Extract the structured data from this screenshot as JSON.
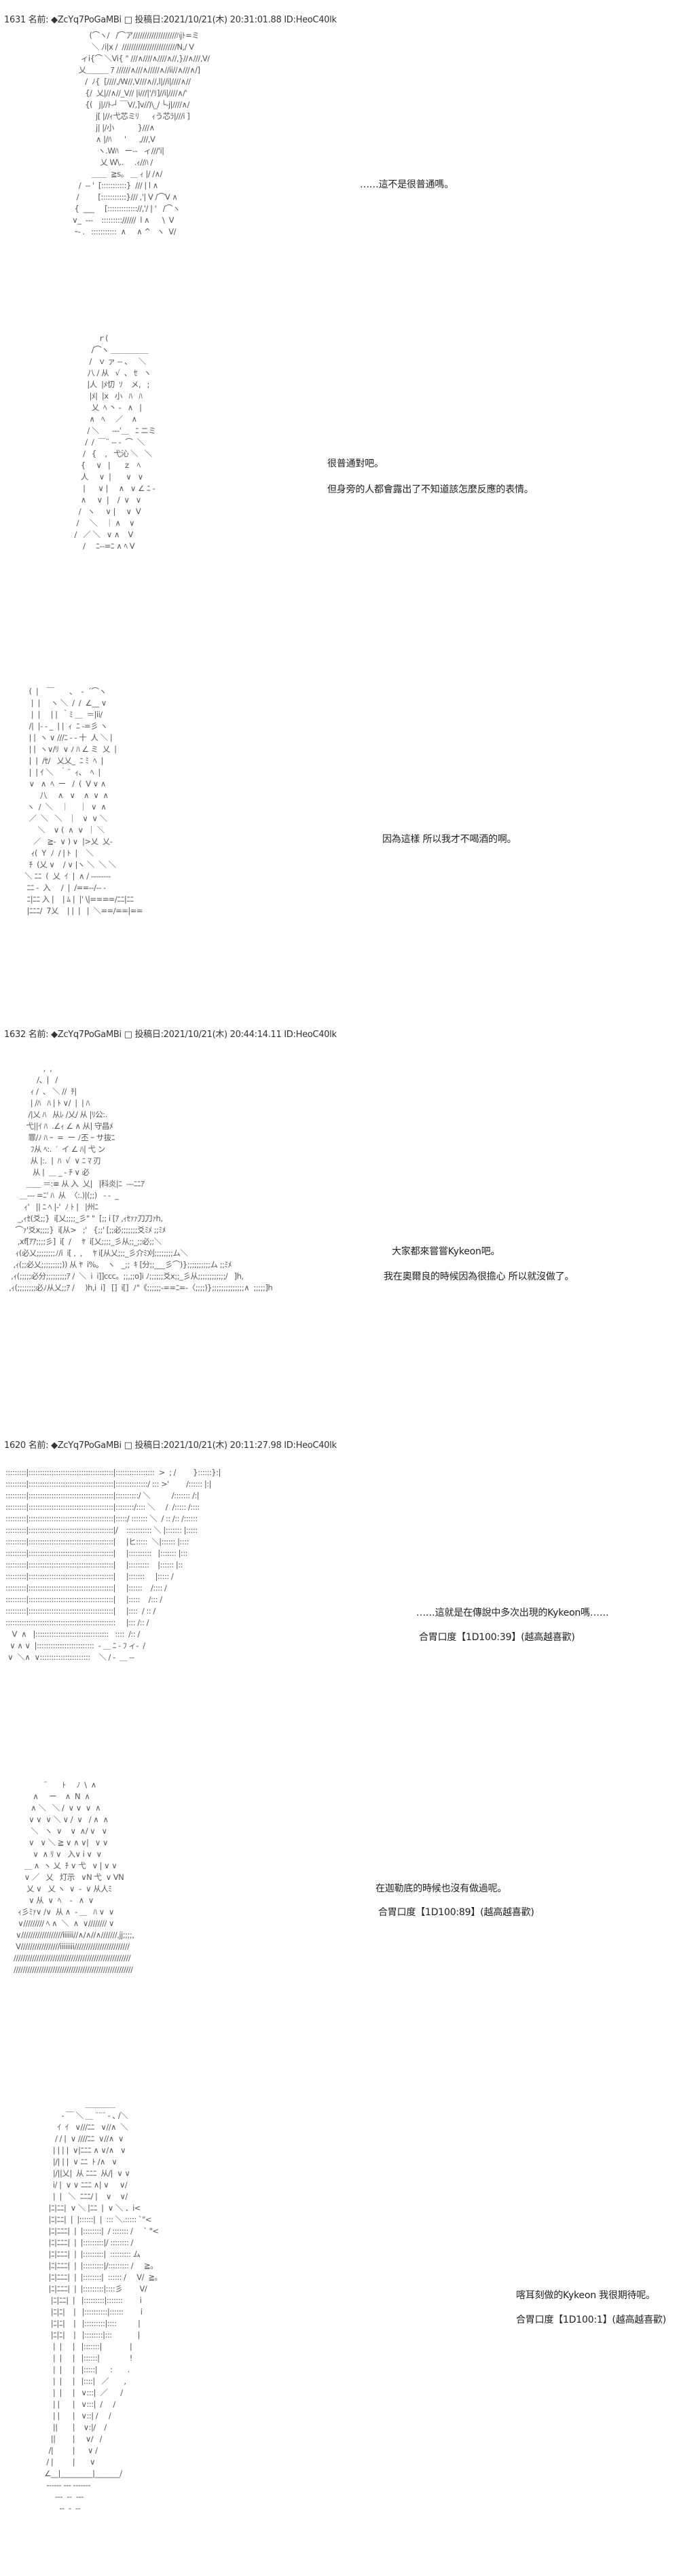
{
  "posts": [
    {
      "number": "1631",
      "name_label": "名前:",
      "trip": "◆ZcYq7PoGaMBi",
      "box": "□",
      "date_label": "投稿日:",
      "datetime": "2021/10/21(木) 20:31:01.88",
      "id": "ID:HeoC40lk"
    },
    {
      "number": "1632",
      "name_label": "名前:",
      "trip": "◆ZcYq7PoGaMBi",
      "box": "□",
      "date_label": "投稿日:",
      "datetime": "2021/10/21(木) 20:44:14.11",
      "id": "ID:HeoC40lk"
    },
    {
      "number": "1620",
      "name_label": "名前:",
      "trip": "◆ZcYq7PoGaMBi",
      "box": "□",
      "date_label": "投稿日:",
      "datetime": "2021/10/21(木) 20:11:27.98",
      "id": "ID:HeoC40lk"
    }
  ],
  "dialogue": {
    "d1": "……這不是很普通嗎。",
    "d2a": "很普通對吧。",
    "d2b": "但身旁的人都會露出了不知道該怎麼反應的表情。",
    "d3": "因為這樣 所以我才不喝酒的啊。",
    "d4a": "大家都來嘗嘗Kykeon吧。",
    "d4b": "我在奧爾良的時候因為很擔心 所以就沒做了。",
    "d5a": "……這就是在傳說中多次出現的Kykeon嗎……",
    "d5b": "合胃口度【1D100:39】(越高越喜歡)",
    "d6a": "在迦勒底的時候也沒有做過呢。",
    "d6b": "合胃口度【1D100:89】(越高越喜歡)",
    "d7a": "喀耳刻做的Kykeon 我很期待呢。",
    "d7b": "合胃口度【1D100:1】(越高越喜歡)"
  },
  "art": {
    "a1": [
      "          (⌒ヽ/   /⌒ア///////////////////ﾊjﾄ=ミ",
      "           ＼ ﾉi|x /  ////////////////////////N,/ V",
      "      ィi{⌒ ＼Vi{ \" ///∧////∧////∧//,}//∧///,V/",
      "     乂＿＿＿ ｱ //////∧///∧/////∧//ii//∧///∧/]",
      "        /  ﾉ{  [////,/W//,V///∧//,l|//i|////∧//",
      "        {/  乂|//∧//_V// |i///|'/ﾘ]//i|////∧/'",
      "        {(   j|//ﾄ-┘ ￣V/,]v//)\\_/ └-j|////∧/",
      "             j[ |//ｨ弋芯ミﾘ      ｨう芯ﾗ|///i ]",
      "             j| |/小           }///∧",
      "             ∧ |/ﾊ      '      ,///,V",
      "              ヽ.Wﾊ   ー-‐   ィ///'i|",
      "               乂 W\\..     .ｨ//ﾊ /",
      "           ＿＿  ≧s。 ＿ ｨ |/ /∧/",
      "     /  -‐ '  [:::::::::::}  /// | l ∧",
      "    /         [:::::::::::}/// ,'| V /⌒V ∧",
      "   {  ___     [::::::::::::://,'/ | '   /⌒ヽ",
      "  ∨_  ---    ::::::::://////  l ∧      \\  V",
      "   ｰ‐ .   :::::::::::  ∧     ∧ ^   ヽ  V/"
    ],
    "a2": [
      "              ｒ(",
      "           /⌒ヽ ＿＿＿＿＿",
      "          /   ｖ ァ ‐- 、   ＼",
      "         八 / 从   √  、 ｾ   ヽ",
      "         |人  |ﾒ忉  ｿ    メ,   ;",
      "          |ﾒ|  |x   小   ﾊ   ﾊ",
      "           乂  ﾍ 丶 ‐   ∧   |",
      "          ∧   ﾍ     ／    ∧",
      "         / ＼      ‐-‐'＿   ﾆ ニミ",
      "        /  /  ￣¨ ‐‐ ‐  ⌒  ＼",
      "       /   {    ,   弋沁 ＼   ＼",
      "      {     ∨   |      ｚ   ﾍ",
      "      人     ∨  |       ∨   ∨",
      "       |      ∨ |     ∧   ∨ ∠ ﾆ ‐",
      "      ∧     ∨  |    /  ∨   ∨",
      "     /   ヽ     ∨ |     ∨  V",
      "    /     ＼    ｜ ∧    ∨",
      "   /   ／ ＼   ∨ ∧    V",
      "       /     ﾆ‐-=ﾆ ∧ ﾍ V"
    ],
    "a3": [
      "    (  |    ￣       、  ‐  ´⌒ヽ",
      "     |  |     ヽ ＼  /  /  ∠__ ∨",
      "     |  |     | |  ｀ﾐ ＿  ＝|ii/",
      "    /|  |‐ ‐ _  | |  ｨ  ﾆ -=彡 ヽ",
      "    | |  ヽ ∨ ///ﾆ - ‐ 十  人 ＼ |",
      "    | |  ヽ∨/ﾘ  ∨ ﾉ ﾊ ∠ ミ  乂  |",
      "    |  |  /ｾ/   乂乂_  ﾆ ﾐ  ﾍ  |",
      "    |  | ｲ ＼   ｀¨  ｨ、  ﾍ  |",
      "    ∨   ∧  ﾍ  ー   /  (  V ∨ ∧",
      "         八     ∧   ∨    ∧  ∨  ∧",
      "   ヽ  /  ＼    ｜     ｜  ∨  ∧",
      "    ／  ＼   ＼   ｜   ∨  ∨ ＼",
      "        ＼    ∨ (  ∧  ∨  ｜ ＼",
      "      ／   ≧‐  ∨ ) ∨  |>乂  乂‐",
      "     ｨ(  Y  ﾉ  / | ﾄ  |    ＼",
      "    ﾁ  (乂 ∨    / ∨ |ヽ ＼  ＼ ＼",
      "  ＼ ﾆﾆ  (  乂  ｲ  |  ∧ / ‐‐‐‐‐‐‐‐",
      "   ﾆﾆ ‐  入     /  |  /==‐‐/‐‐ ‐",
      "   ﾆ|ﾆﾆ 入 |    | ﾑ |  |' \\|====/ﾆﾆ|ﾆﾆ",
      "   |ﾆﾆﾆ/  7乂    | |  |   |  ＼==/==|=="
    ],
    "a4": [
      "                 ,  ,",
      "              /、|   /",
      "           ｨ /  、 ＼ //  ﾁ|",
      "           | /ﾊ   ﾊ | ﾄ ∨/  |  | ﾊ",
      "          /|乂 ﾊ   从ﾚ /乂/ 从 |ﾘ公:.",
      "         弋||ｲ ﾊ  .∠ｨ ∠ ∧ 从| 守昌ﾒ",
      "          罪/ﾉ ﾊ ｰ  =  ー ﾉ丕 ｰ サ抜ﾆ",
      "           ﾌ从 ﾍ:.  ′  イ ∠ ﾊ| 弋 ン",
      "           从 |:.  |  ﾊ  √  ∨ ﾆ ﾏ 刃",
      "            从 |  ＿ _ ‐ ﾁ ∨ 必",
      "         ＿＿ ＝:≡ 从 入  乂|   |科炎|ﾆ  ‐‐‐ﾆﾆｱ",
      "      ＿-‐‐ =ﾆ' ﾊ  从  〈:.)|(;;)   ‐ ‐  _",
      "        ｨ'   || ﾆ ﾍ |‐'  ﾉ ﾄ |   |州ﾆ",
      "     _,ｨｾ(爻;;}  i[乂;;;;_彡\" \"  [;; i [ｱ ,ｨｾｧｧ刀刀ｧh,",
      "    ⌒ｧ'爻x;;;;}  i[从>   ;'   {;;' [;;必;;;;;;;爻ﾐﾒ ;;ﾐﾒ",
      "     ,xf[ｱｱ;;;;彡]  i[  /     ﾔ  i[乂;;;;_彡从;;_;;必;;＼",
      "    ｨ(必乂;;;;;;;;ﾉ/i  i[ ,  ,     ﾔ i[从乂;;;_彡介ﾐ刈;;;;;;;;ム＼",
      "   ,ｨ(;;必乂;;;;;;;;;)) 从 ﾔ  i%。  ヽ   _;;  ｷ [分;;___彡⌒)};;;;;;;;;;ム ;;ﾐﾒ",
      "  ,ｨ(;;;;;必分;;;;;;;;;ｱ /  ＼  i  i]]ccc。;;,;;o]i ﾉ;;;;;;爻x;;_彡从;;;;;;;;;;;;/   ]h,",
      " ,ｨ(;;;;;;;;必ﾉ从乂;;ｱ /     )h,i  i]   []  i[]  ﾉ\"《;;;;;;-==ﾆ=-〈;;;;)};;;;;;;;;;;;;;∧  ;;;;;]h"
    ],
    "a5": [
      ":::::::::|:::::::::::::::::::::::::::::::::::::|:::::::::::::::::  >  ; /        }::::::}:|",
      ":::::::::|:::::::::::::::::::::::::::::::::::::|::::::::::::::/ ::: >'        /:::::: |:|",
      ":::::::::|:::::::::::::::::::::::::::::::::::::|::::::::::/ ＼          /::::::: /:|",
      ":::::::::|:::::::::::::::::::::::::::::::::::::|::::::::/:::: ＼     /  /::::: /::::",
      ":::::::::|:::::::::::::::::::::::::::::::::::::|:::::/ ::::::: ＼  / :: /:: /::::::",
      ":::::::::|:::::::::::::::::::::::::::::::::::::|/    ::::::::::: ＼ |::::::: |:::::",
      ":::::::::|:::::::::::::::::::::::::::::::::::::|     |ヒ:::::  ＼|:::::: |::::",
      ":::::::::|:::::::::::::::::::::::::::::::::::::|     |::::::::::   |::::::: |:::",
      ":::::::::|:::::::::::::::::::::::::::::::::::::|     |:::::::::    |:::::: |::",
      ":::::::::|:::::::::::::::::::::::::::::::::::::|     |:::::::     |::::: /",
      ":::::::::|:::::::::::::::::::::::::::::::::::::|     |::::::    /:::: /",
      ":::::::::|:::::::::::::::::::::::::::::::::::::|     |:::::    /::: /",
      ":::::::::|:::::::::::::::::::::::::::::::::::::|     |::::  / :: /",
      "::::::::::::::::::::::::::::::::::::::::::::::::     |::: /:: /",
      "   V  ∧   |::::::::::::::::::::::::::::::::   ::::  /:: /",
      "  ∨ ∧ ∨  |:::::::::::::::::::::::::  ‐ ＿ ﾆ ‐ ﾌ ィ‐  /",
      " ∨  ＼∧  ∨::::::::::::::::::::::    ＼ / ‐  ＿ ‐‐"
    ],
    "a6": [
      "              ¨       ﾄ     ﾉ  \\  ∧",
      "         ∧     ー    ∧  N  ∧",
      "        ∧ ＼   ＼ /  ∨ ∨  ∨  ∧",
      "       ∨ ∨  ∨ ＼ ∨ /  ∨   / ∧  ∧",
      "        ＼   ヽ  ∨    ∨  ∧/ ∨   ∨",
      "       ∨   ∨ ＼ ≧ ∨ ∧ ∨|   ∨ ∨",
      "         ∨  ∧ ﾘ ∨   入∨ i ∨  ∨",
      "     ＿ ∧  ヽ 乂  ﾁ ∨ 弋   ∨ | ∨ ∨",
      "     ∨ ／   乂   灯示   ∨N 弋  ∨ VN",
      "      乂 ∨   乂 ヽ  ∨  ‐  ∨ 从人ﾐ",
      "       ∨ 从  ∨  ﾍ    ‐   ∧  ∨",
      "  ｨ彡ﾐｧ∨ /∨  从 ∧  ‐ ＿   ﾊ ∨  ∨",
      "  ∨///////// ﾍ ∧  ＼  ∧  ∨//////// ∨",
      " ∨//////////////////iiiiii//∧/∧//∧///////,jj;;;;,",
      " V/////////////////iiiiiiii////////////////////////",
      "///////////////////////////////////////////////////",
      "////////////////////////////////////////////////////"
    ],
    "a7": [
      "                           ＿＿＿＿",
      "                ‐ ￣ ＼ ＿ ¨¨¨ ‐ ､ /＼",
      "              ｲ  ｲ   ∨///ﾆﾆ   ∨//∧  ＼",
      "             / / |  ∨ ////ﾆﾆ  ∨//∧  ∨",
      "            | | | |  ∨|ﾆﾆﾆ ∧ ∨/∧   ∨",
      "            |/| | |  ∨ ﾆﾆ  ﾄ /∧   ∨",
      "            |/||乂|  从 ﾆﾆﾆ  从/|  ∨ ∨",
      "            i/ |  ∨ ∨ ﾆﾆﾆ ∧| ∨     ∨/",
      "            |  |   ＼  ﾆﾆﾆ/ |    ∨    ∨/",
      "          |ﾆ|ﾆﾆ|  ∨ ＼ |ﾆﾆ  |  ∨ ＼ ．i<",
      "          |ﾆ|ﾆﾆ|  |  |::::::|  |  ::: ＼.::::: `\"<",
      "          |ﾆ|ﾆﾆﾆ|  |  |::::::::|  / ::::::: /     ` \"<",
      "          |ﾆ|ﾆﾆﾆ|  |  |:::::::::|/ :::::::: /",
      "          |ﾆ|ﾆﾆﾆ|  |  |:::::::::|  ::::::::: ム",
      "          |ﾆ|ﾆﾆﾆ|  |  |:::::::::|/::::::::: /     ≧。",
      "          |ﾆ|ﾆﾆﾆ|  |  |::::::::|  :::::: /     V/  ≧。",
      "          |ﾆ|ﾆﾆﾆ|  |  |:::::::::|::::彡        V/",
      "           |ﾆ|ﾆﾆ|  |   |:::::::::|:::::::        i",
      "           |ﾆ|ﾆ|    |   |::::::::::|::::::        i",
      "           |ﾆ|ﾆ|    |   |:::::::::|::::          |",
      "           |ﾆ|ﾆ|    |   |::::::::|:::            |",
      "            |  |     |   |:::::::|             |",
      "            |  |     |   |::::::|              !",
      "            |  |     |   |:::::|      :       .",
      "            |  |     |   |::::|   ／       ,",
      "            |  |     |   ∨:::|  ／      /",
      "            | |      |   ∨:::|  /     /",
      "            | |      |   ∨::| /     /",
      "            ||       |    ∨:|/    /",
      "           ||        |     ∨/   /",
      "          /|         |      ∨ /",
      "         / |         |       ∨",
      "        ∠__|_________|_______/",
      "         ‐‐‐‐‐‐ ‐‐‐ ‐‐‐‐‐‐‐",
      "             ‐‐‐  ‐‐  ‐‐‐",
      "               ‐‐  ‐  ‐‐"
    ]
  }
}
